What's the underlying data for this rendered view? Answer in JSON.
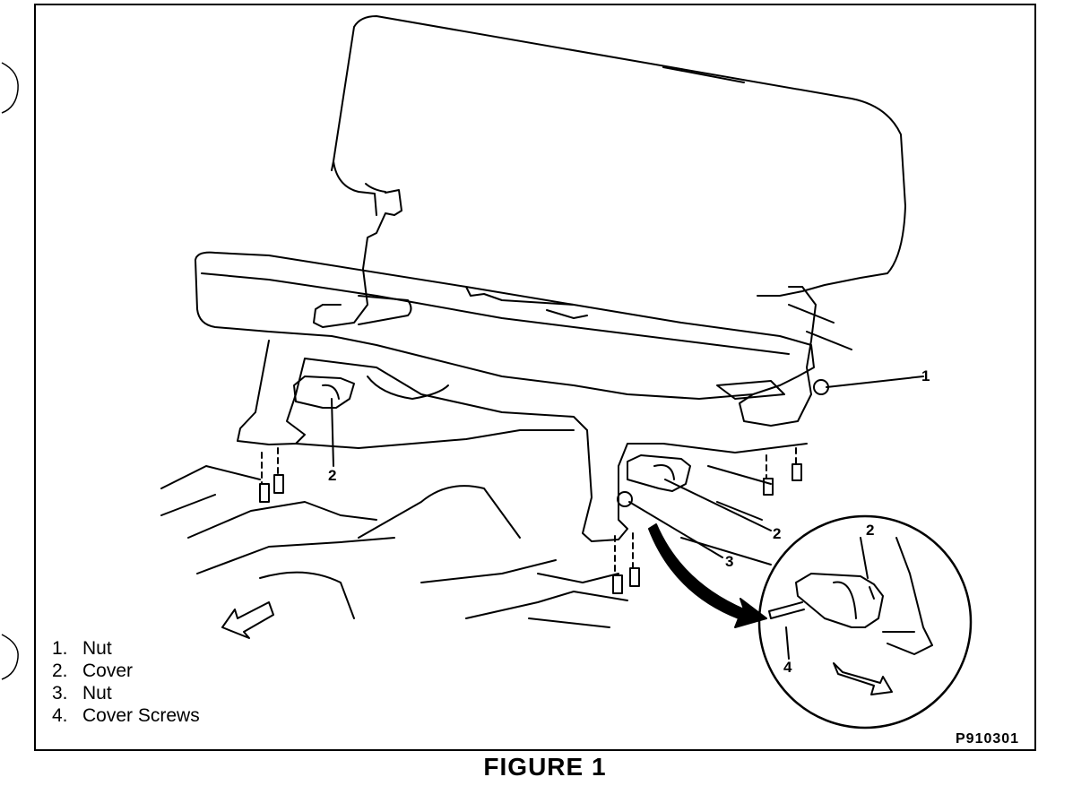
{
  "legend": {
    "items": [
      {
        "num": "1.",
        "label": "Nut"
      },
      {
        "num": "2.",
        "label": "Cover"
      },
      {
        "num": "3.",
        "label": "Nut"
      },
      {
        "num": "4.",
        "label": "Cover Screws"
      }
    ]
  },
  "callouts": {
    "c1": "1",
    "c2_left": "2",
    "c2_right": "2",
    "c3": "3",
    "c2_detail": "2",
    "c4": "4"
  },
  "figure_id": "P910301",
  "caption": "FIGURE 1"
}
